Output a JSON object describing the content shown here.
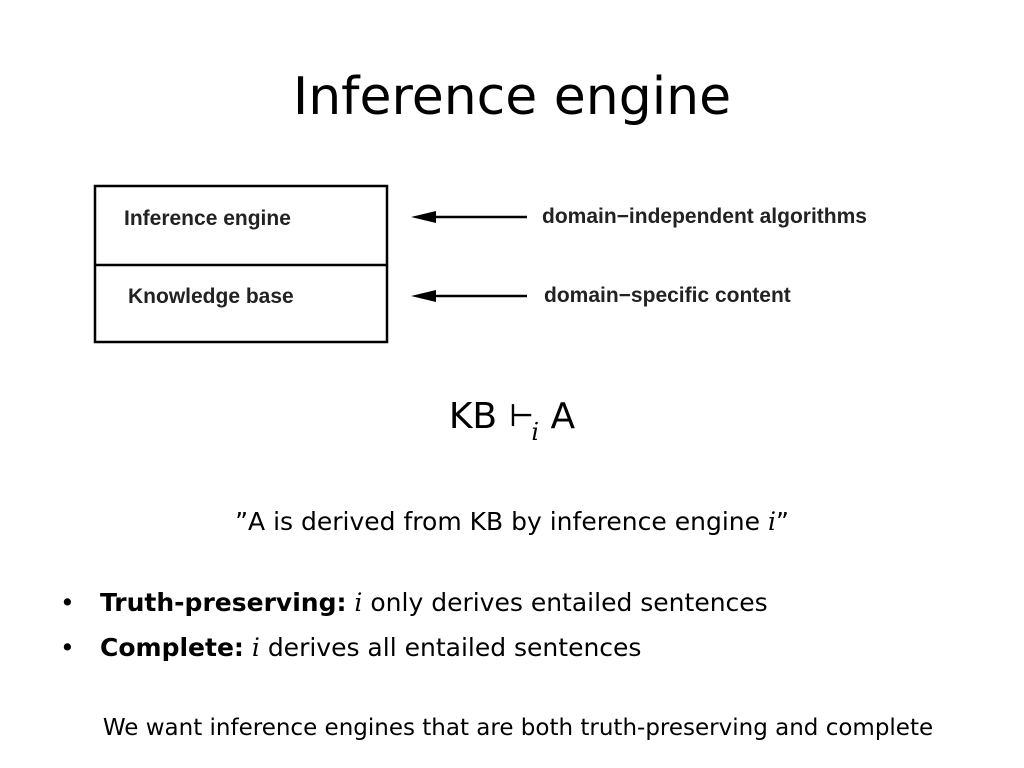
{
  "slide": {
    "title": "Inference engine"
  },
  "diagram": {
    "box_top_label": "Inference engine",
    "box_bottom_label": "Knowledge base",
    "arrow_top_label": "domain−independent algorithms",
    "arrow_bottom_label": "domain−specific content"
  },
  "formula": {
    "left": "KB",
    "turnstile": "⊢",
    "subscript": "i",
    "right": "A"
  },
  "quote": {
    "text_before": "”A is derived from KB by inference engine ",
    "variable": "i",
    "text_after": "”"
  },
  "bullets": [
    {
      "term": "Truth-preserving:",
      "variable": "i",
      "text": "only derives entailed sentences"
    },
    {
      "term": "Complete:",
      "variable": "i",
      "text": "derives all entailed sentences"
    }
  ],
  "footer": {
    "text": "We want inference engines that are both truth-preserving and complete"
  }
}
